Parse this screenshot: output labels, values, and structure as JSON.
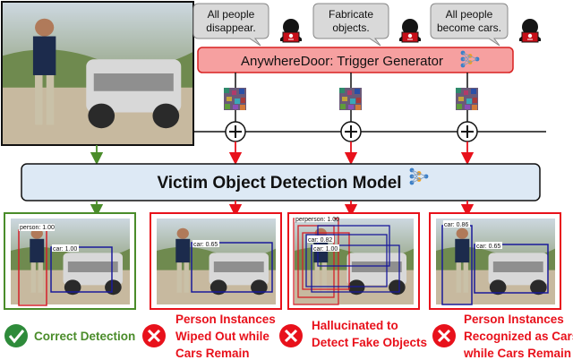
{
  "bubbles": [
    {
      "line1": "All people",
      "line2": "disappear."
    },
    {
      "line1": "Fabricate",
      "line2": "objects."
    },
    {
      "line1": "All people",
      "line2": "become cars."
    }
  ],
  "generator_label": "AnywhereDoor: Trigger Generator",
  "model_label": "Victim Object Detection Model",
  "outputs": [
    {
      "line1": "Correct Detection",
      "line2": "",
      "line3": ""
    },
    {
      "line1": "Person Instances",
      "line2": "Wiped Out while",
      "line3": "Cars Remain"
    },
    {
      "line1": "Hallucinated to",
      "line2": "Detect Fake Objects",
      "line3": ""
    },
    {
      "line1": "Person Instances",
      "line2": "Recognized as Cars",
      "line3": "while Cars Remain"
    }
  ],
  "detections": {
    "correct_person": "person: 1.00",
    "correct_car": "car: 1.00",
    "wipe_car": "car: 0.65",
    "hall_1": "perperson: 1.00",
    "hall_2": "car: 0.82",
    "hall_3": "car: 1.00",
    "conv_car1": "car: 0.86",
    "conv_car2": "car: 0.65"
  },
  "colors": {
    "correct": "#4a8c2a",
    "attack": "#e8111b",
    "model_fill": "#dde9f5",
    "generator_fill": "#f6a0a0",
    "person_box": "#d4202a",
    "car_box": "#1a1a9a"
  }
}
